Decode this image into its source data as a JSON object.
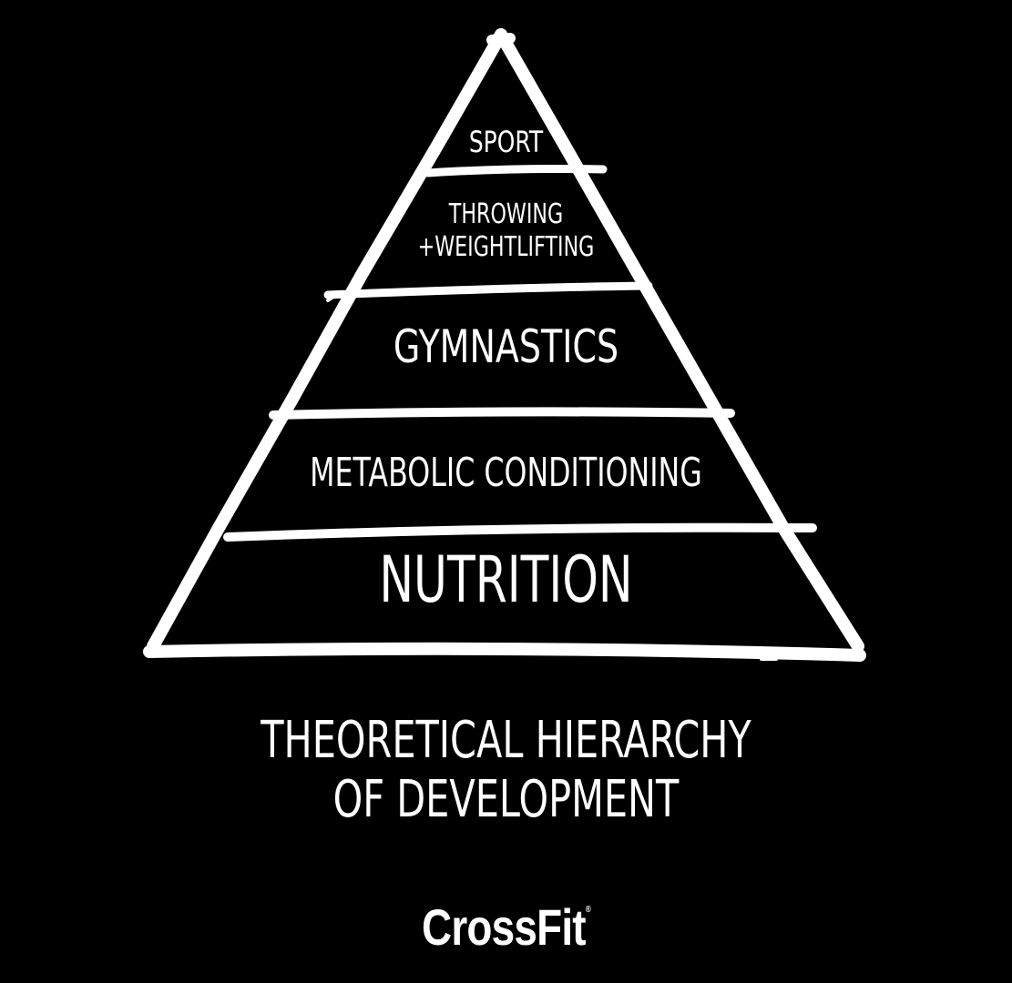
{
  "colors": {
    "background": "#000000",
    "ink": "#ffffff"
  },
  "pyramid": {
    "levels": [
      {
        "id": "sport",
        "label": "SPORT"
      },
      {
        "id": "throwing",
        "line1": "THROWING",
        "line2": "+WEIGHTLIFTING"
      },
      {
        "id": "gymnastics",
        "label": "GYMNASTICS"
      },
      {
        "id": "metcon",
        "label": "METABOLIC CONDITIONING"
      },
      {
        "id": "nutrition",
        "label": "NUTRITION"
      }
    ]
  },
  "title": {
    "line1": "THEORETICAL HIERARCHY",
    "line2": "OF DEVELOPMENT"
  },
  "brand": {
    "name": "CrossFit",
    "mark": "®"
  }
}
